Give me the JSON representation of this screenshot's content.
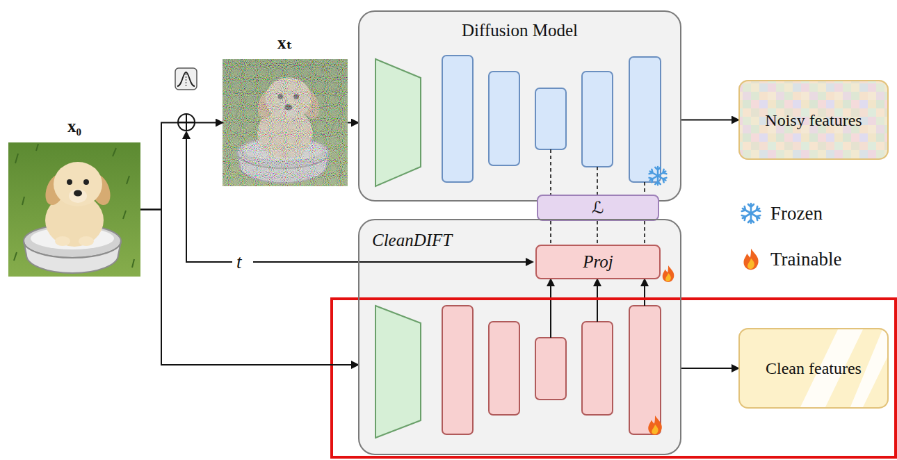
{
  "diagram": {
    "nodes": [
      {
        "text": [
          "x₀"
        ]
      },
      {
        "text": [
          "xₜ"
        ]
      },
      {
        "text": [
          "Diffusion Model"
        ]
      },
      {
        "text": [
          "Noisy features"
        ]
      },
      {
        "text": [
          "ℒ"
        ]
      },
      {
        "text": [
          "CleanDIFT"
        ]
      },
      {
        "text": [
          "Proj"
        ],
        "in": 5
      },
      {
        "text": [
          "Clean features"
        ]
      }
    ],
    "edges": [
      {
        "from": 0,
        "to": 1,
        "arrow": "to"
      },
      {
        "from": 0,
        "to": 5,
        "arrow": "to"
      },
      {
        "from": 1,
        "to": 2,
        "arrow": "to"
      },
      {
        "from": 2,
        "to": 3,
        "arrow": "to"
      },
      {
        "from": 2,
        "to": 4,
        "arrow": "none"
      },
      {
        "from": 4,
        "to": 6,
        "arrow": "none"
      },
      {
        "from": 5,
        "to": 7,
        "arrow": "to"
      }
    ],
    "labels": [
      "t"
    ],
    "legend": [
      {
        "text": "Frozen"
      },
      {
        "text": "Trainable"
      }
    ]
  }
}
